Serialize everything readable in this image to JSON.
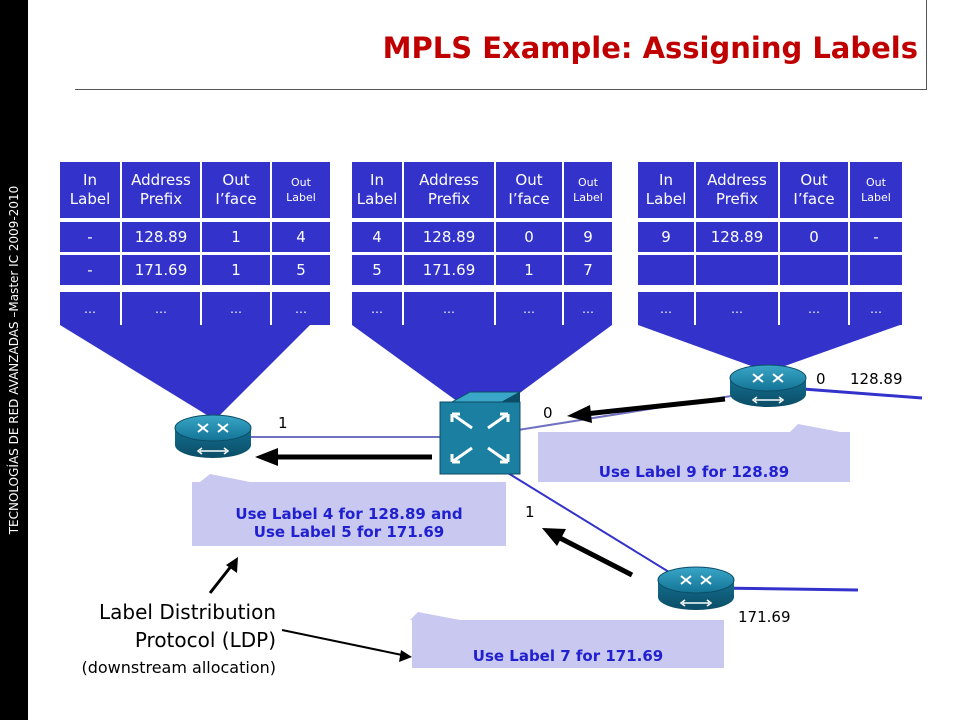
{
  "sidebar": {
    "text": "TECNOLOGÍAS DE RED AVANZADAS –Master IC 2009-2010"
  },
  "title": "MPLS Example:  Assigning Labels",
  "table_headers": {
    "in_label": [
      "In",
      "Label"
    ],
    "address_prefix": [
      "Address",
      "Prefix"
    ],
    "out_iface": [
      "Out",
      "I’face"
    ],
    "out_label": [
      "Out",
      "Label"
    ]
  },
  "tables": [
    {
      "rows": [
        [
          "-",
          "128.89",
          "1",
          "4"
        ],
        [
          "-",
          "171.69",
          "1",
          "5"
        ],
        [
          "…",
          "…",
          "…",
          "…"
        ]
      ]
    },
    {
      "rows": [
        [
          "4",
          "128.89",
          "0",
          "9"
        ],
        [
          "5",
          "171.69",
          "1",
          "7"
        ],
        [
          "…",
          "…",
          "…",
          "…"
        ]
      ]
    },
    {
      "rows": [
        [
          "9",
          "128.89",
          "0",
          "-"
        ],
        [
          "",
          "",
          "",
          ""
        ],
        [
          "…",
          "…",
          "…",
          "…"
        ]
      ]
    }
  ],
  "interfaces": {
    "left_router_out": "1",
    "core_to_right": "0",
    "core_to_bottom": "1",
    "right_router_out": "0",
    "right_prefix": "128.89",
    "bottom_prefix": "171.69"
  },
  "messages": {
    "label9": "Use Label 9 for 128.89",
    "label45_line1": "Use Label 4 for 128.89 and",
    "label45_line2": "Use Label 5 for 171.69",
    "label7": "Use Label 7 for 171.69"
  },
  "ldp": {
    "line1": "Label Distribution",
    "line2": "Protocol (LDP)",
    "line3": "(downstream allocation)"
  },
  "colors": {
    "table_blue": "#3333cc",
    "title_red": "#c00000",
    "message_bg": "#c8c8f0",
    "message_text": "#2020d0",
    "router_teal": "#1a7fa0"
  }
}
